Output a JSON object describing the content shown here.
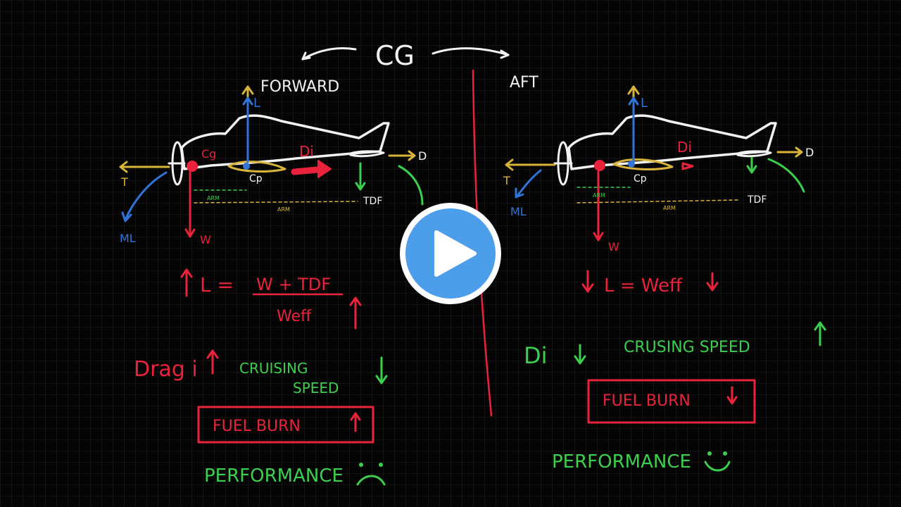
{
  "colors": {
    "white": "#f2f2f2",
    "red": "#e8233b",
    "green": "#3ccf4e",
    "blue": "#2f74d6",
    "yellow": "#d8b43a",
    "play": "#4c9eea"
  },
  "header": {
    "title": "CG",
    "forward": "FORWARD",
    "aft": "AFT"
  },
  "forward": {
    "labels": {
      "lift": "L",
      "thrust": "T",
      "drag": "D",
      "cg": "Cg",
      "cp": "Cp",
      "di": "Di",
      "weight": "W",
      "moment": "ML",
      "tdf": "TDF",
      "arm1": "ARM",
      "arm2": "ARM"
    },
    "equation": {
      "lhs": "L =",
      "numerator": "W + TDF",
      "denominator": "Weff"
    },
    "drag_line": {
      "label": "Drag i",
      "speed_line1": "CRUISING",
      "speed_line2": "SPEED"
    },
    "fuel_burn": "FUEL BURN",
    "performance": "PERFORMANCE",
    "face": "sad"
  },
  "aft": {
    "labels": {
      "lift": "L",
      "thrust": "T",
      "drag": "D",
      "cp": "Cp",
      "di": "Di",
      "weight": "W",
      "moment": "ML",
      "tdf": "TDF",
      "arm1": "ARM",
      "arm2": "ARM"
    },
    "equation": {
      "text": "L = Weff"
    },
    "drag_line": {
      "label": "Di",
      "speed": "CRUSING SPEED"
    },
    "fuel_burn": "FUEL BURN",
    "performance": "PERFORMANCE",
    "face": "happy"
  },
  "player": {
    "action": "play-icon"
  }
}
